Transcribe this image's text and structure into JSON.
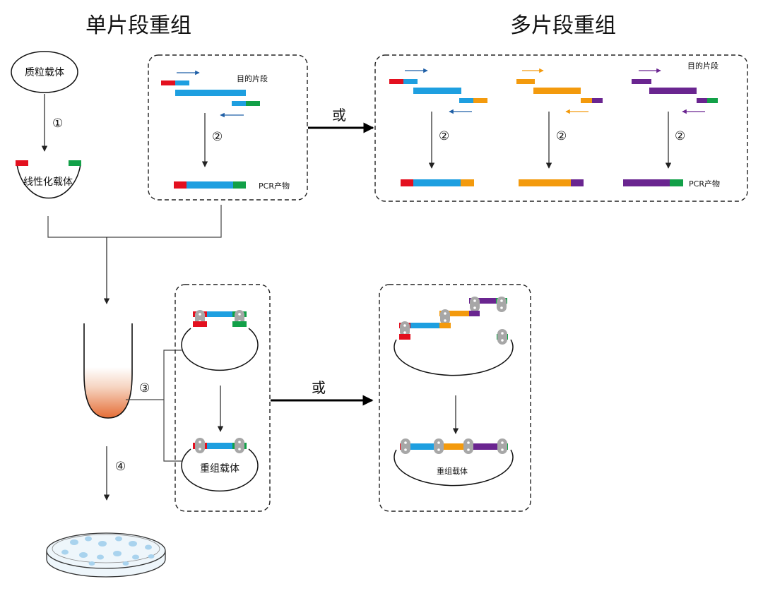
{
  "titles": {
    "single": "单片段重组",
    "multi": "多片段重组"
  },
  "labels": {
    "plasmid": "质粒载体",
    "linear_vector": "线性化载体",
    "target_fragment": "目的片段",
    "pcr_product": "PCR产物",
    "or": "或",
    "recombinant_vector": "重组载体"
  },
  "steps": {
    "s1": "①",
    "s2": "②",
    "s3": "③",
    "s4": "④"
  },
  "colors": {
    "red": "#e3101f",
    "blue": "#1e9fe0",
    "green": "#12a048",
    "orange": "#f39a0d",
    "purple": "#6a2590",
    "dark_blue_arrow": "#1f5fa6",
    "gray_tab": "#a7a7a7",
    "dish_dot": "#a9d3ee"
  }
}
